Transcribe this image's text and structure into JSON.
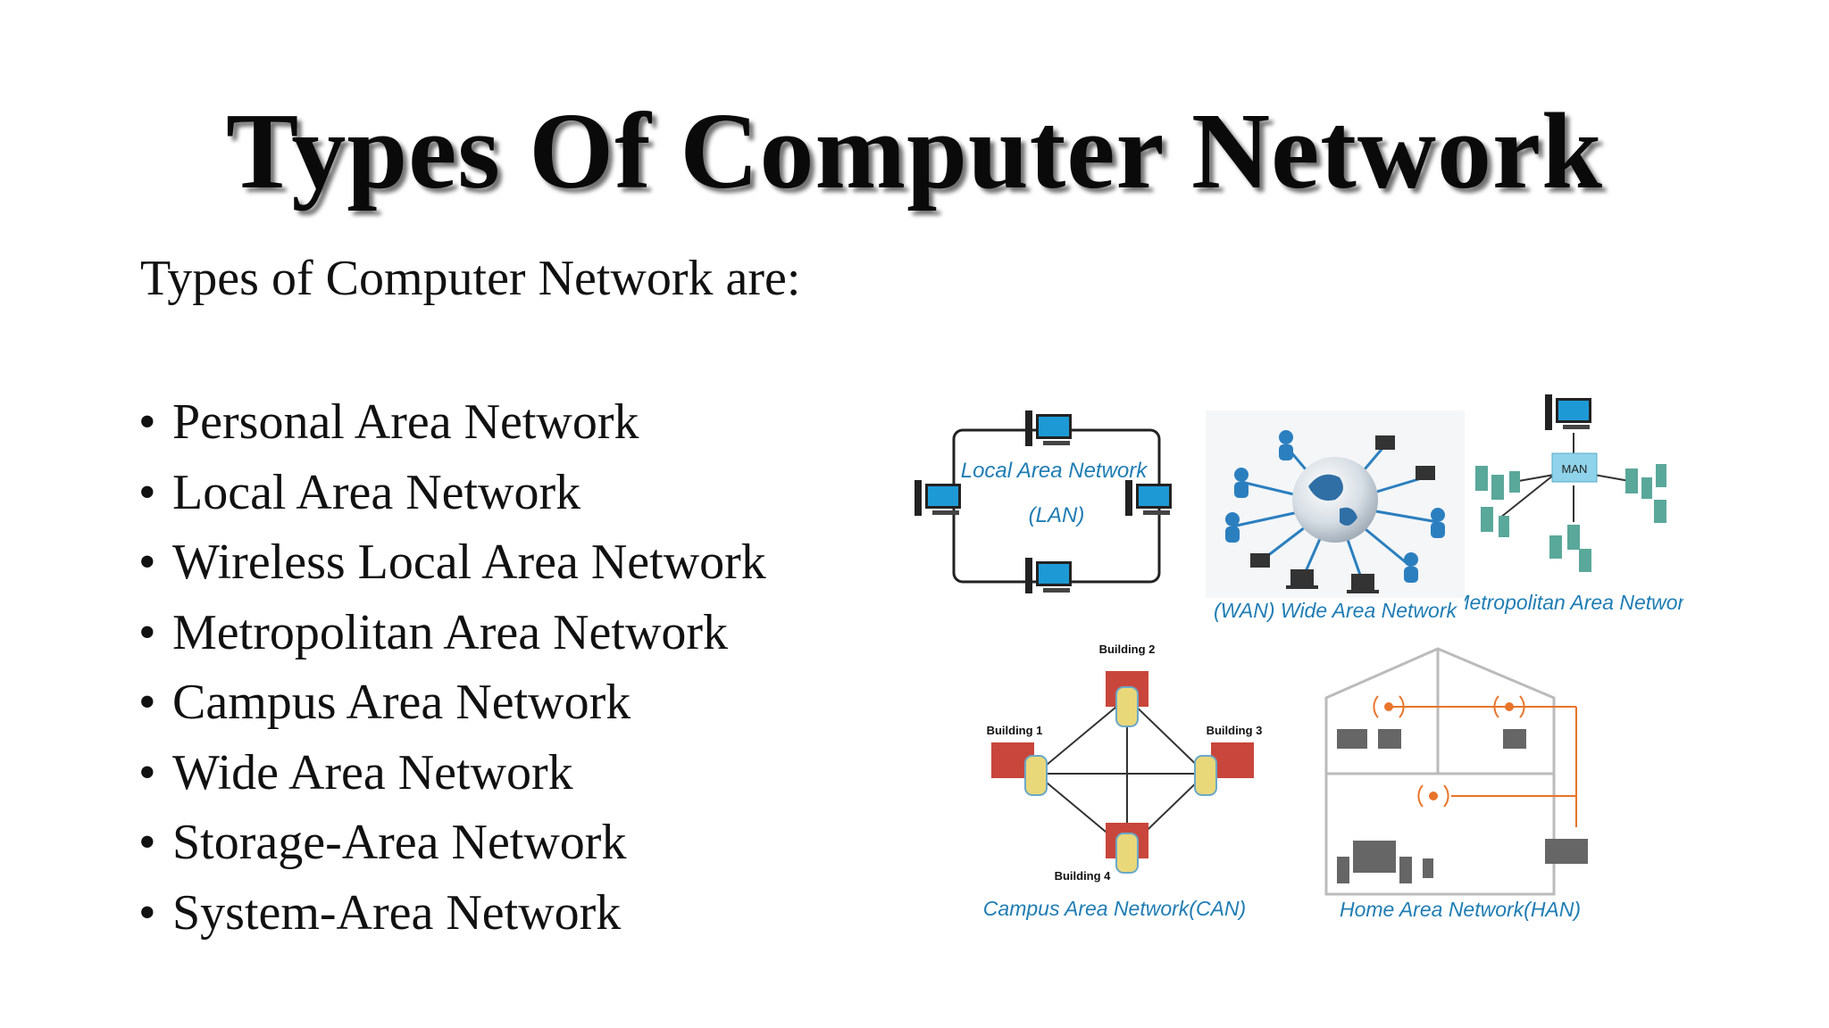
{
  "slide": {
    "title": "Types Of Computer Network",
    "intro": "Types of Computer Network are:",
    "bullet_symbol": "•",
    "bullets": [
      "Personal Area Network",
      "Local Area Network",
      "Wireless Local Area Network",
      "Metropolitan Area Network",
      "Campus Area Network",
      "Wide Area Network",
      "Storage-Area Network",
      "System-Area Network"
    ]
  },
  "diagrams": {
    "lan": {
      "caption_line1": "Local Area Network",
      "caption_line2": "(LAN)"
    },
    "wan": {
      "caption": "(WAN) Wide Area Network"
    },
    "man": {
      "caption": "Metropolitan Area Network",
      "hub_label": "MAN"
    },
    "can": {
      "caption": "Campus Area Network(CAN)",
      "buildings": [
        "Building 1",
        "Building 2",
        "Building 3",
        "Building 4"
      ]
    },
    "han": {
      "caption": "Home Area Network(HAN)"
    }
  },
  "colors": {
    "caption": "#1f7db4",
    "screen": "#1d9ad6",
    "building": "#c8463c",
    "han_line": "#e8742a",
    "man_building": "#5aa89a"
  }
}
